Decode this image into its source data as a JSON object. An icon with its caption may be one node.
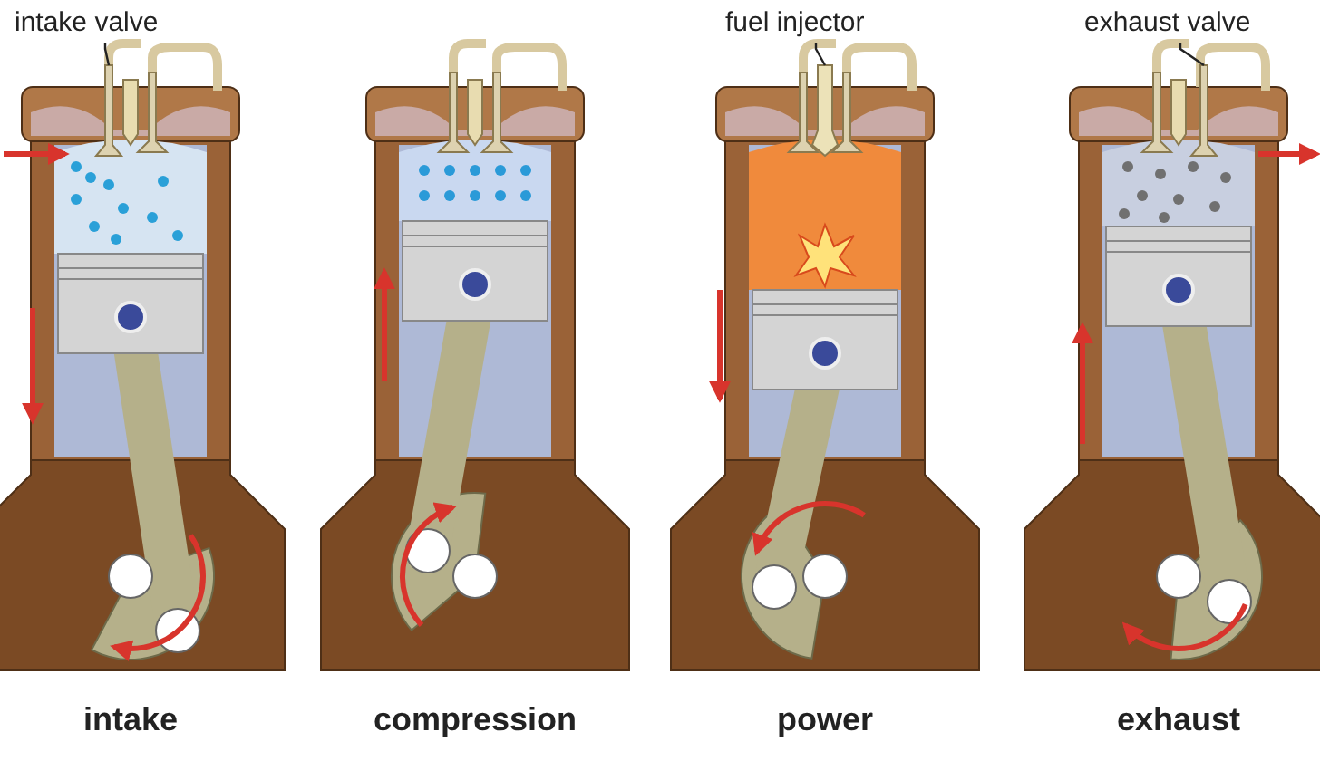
{
  "diagram": {
    "nodes": [
      {
        "text": [
          "intake valve"
        ]
      },
      {
        "text": [],
        "shape": "picture"
      },
      {
        "text": [
          "fuel injector"
        ]
      },
      {
        "text": [],
        "shape": "picture"
      },
      {
        "text": [
          "exhaust valve"
        ]
      },
      {
        "text": [],
        "shape": "picture"
      }
    ],
    "edges": [
      {
        "from": 0,
        "to": 1,
        "arrow": "none"
      },
      {
        "from": 2,
        "to": 3,
        "arrow": "none"
      },
      {
        "from": 4,
        "to": 5,
        "arrow": "none"
      }
    ],
    "labels": [
      "intake",
      "compression",
      "power",
      "exhaust"
    ]
  }
}
